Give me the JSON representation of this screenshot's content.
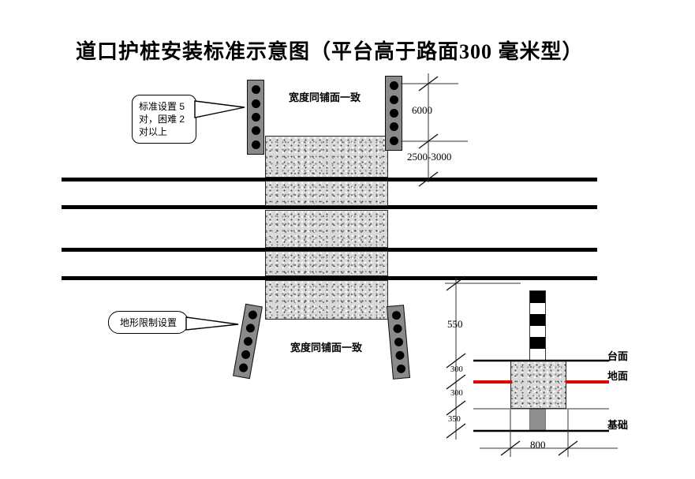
{
  "title": "道口护桩安装标准示意图（平台高于路面300 毫米型）",
  "callouts": {
    "standard_setting": {
      "line1": "标准设置 5",
      "line2": "对，困难 2",
      "line3": "对以上"
    },
    "terrain_limited": {
      "label": "地形限制设置"
    }
  },
  "pavement": {
    "width_note_top": "宽度同铺面一致",
    "width_note_bottom": "宽度同铺面一致"
  },
  "dimensions": {
    "bollard_row_length": "6000",
    "row_to_rail": "2500-3000",
    "bollard_height": "550",
    "platform_above_ground": "300",
    "ground_to_block_bottom": "300",
    "block_to_foundation": "350",
    "foundation_width": "800"
  },
  "section_labels": {
    "platform_surface": "台面",
    "ground_surface": "地面",
    "foundation": "基础"
  },
  "colors": {
    "ground_line_red": "#e60000",
    "post_gray": "#8a8a8a",
    "rail_black": "#000000"
  }
}
